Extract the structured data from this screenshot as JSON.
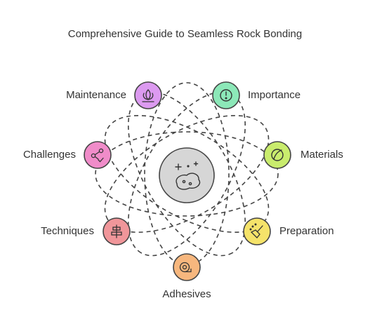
{
  "title": "Comprehensive Guide to Seamless Rock Bonding",
  "center": {
    "icon": "rock-sparkle-icon",
    "color": "#d6d6d6"
  },
  "nodes": [
    {
      "label": "Maintenance",
      "icon": "lotus-icon",
      "color": "#dc9af0"
    },
    {
      "label": "Importance",
      "icon": "exclamation-icon",
      "color": "#8ce8b8"
    },
    {
      "label": "Challenges",
      "icon": "share-nodes-icon",
      "color": "#f08cc9"
    },
    {
      "label": "Materials",
      "icon": "leaf-icon",
      "color": "#c9ec6d"
    },
    {
      "label": "Techniques",
      "icon": "align-center-icon",
      "color": "#f0969a"
    },
    {
      "label": "Preparation",
      "icon": "broom-icon",
      "color": "#f5e36a"
    },
    {
      "label": "Adhesives",
      "icon": "tape-roll-icon",
      "color": "#f7b77e"
    }
  ]
}
